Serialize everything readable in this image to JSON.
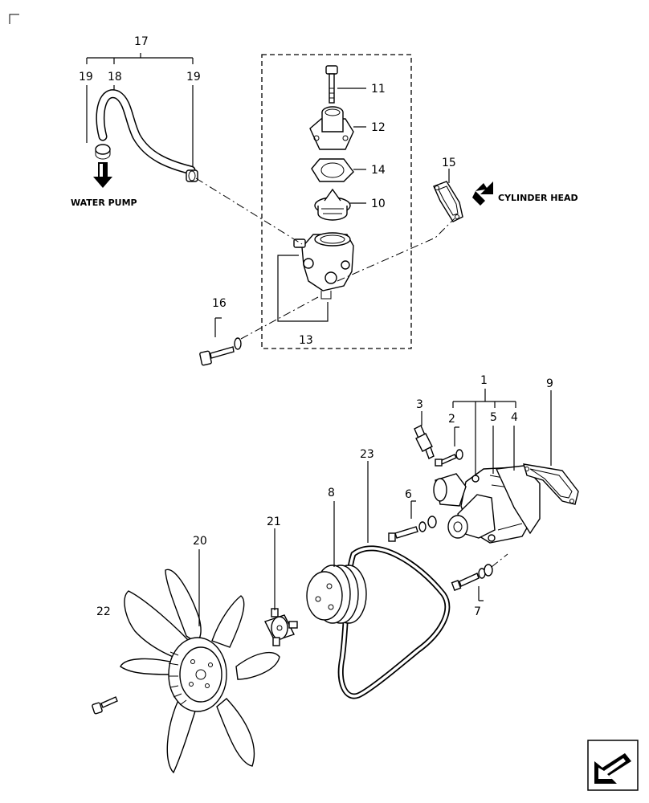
{
  "callouts": {
    "c1": "1",
    "c2": "2",
    "c3": "3",
    "c4": "4",
    "c5": "5",
    "c6": "6",
    "c7": "7",
    "c8": "8",
    "c9": "9",
    "c10": "10",
    "c11": "11",
    "c12": "12",
    "c13": "13",
    "c14": "14",
    "c15": "15",
    "c16": "16",
    "c17": "17",
    "c18": "18",
    "c19a": "19",
    "c19b": "19",
    "c20": "20",
    "c21": "21",
    "c22": "22",
    "c23": "23"
  },
  "notes": {
    "water_pump": "WATER PUMP",
    "cylinder_head": "CYLINDER HEAD"
  },
  "icons": {
    "nav": "next-page-arrow-icon"
  }
}
